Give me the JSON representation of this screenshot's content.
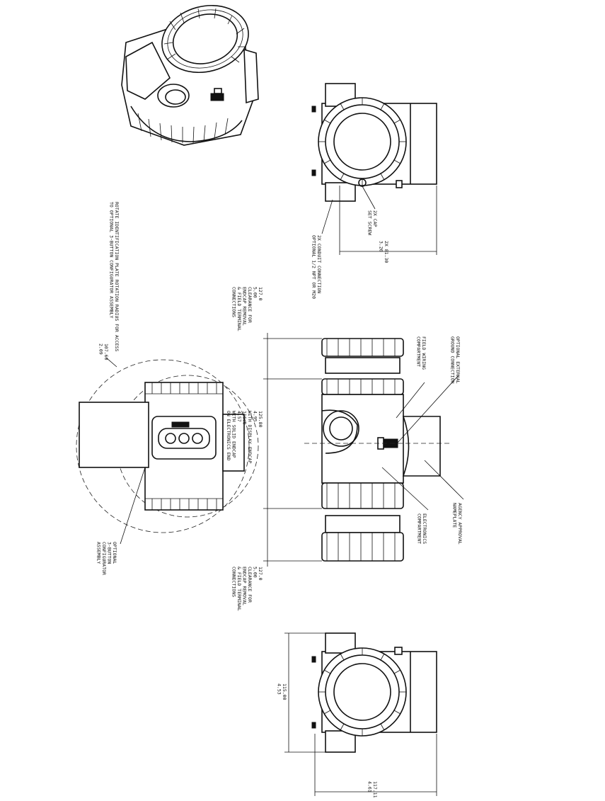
{
  "labels": {
    "plate_dim": "107.60\n2.09",
    "plate_note": "ROTATE IDENTIFICATION PLATE ROTATION RADIUS FOR ACCESS\nTO OPTIONAL 3-BUTTON CONFIGURATOR ASSEMBLY",
    "conduit_note": "2X CONDUIT CONNECTION\nOPTIONAL 1/2 NPT OR M20",
    "set_screw": "2X CAP\nSET SCREW",
    "side_dim_top": "2X 81.30\n3.20",
    "clearance_top": "127.0\n5.00\nCLEARANCE FOR\nENDCAP REMOVAL\n& FIELD TERMINAL\nCONNECTIONS",
    "field_wiring": "FIELD WIRING\nCOMPARTMENT",
    "ext_ground": "OPTIONAL EXTERNAL\nGROUND CONNECTION",
    "overall_dim": "125.80\n4.95\nWITH DISPLAY ENDCAP\n116.0\n4.57\nWITH SOLID ENDCAP\nON ELECTRONICS END",
    "electronics": "ELECTRONICS\nCOMPARTMENT",
    "agency": "AGENCY APPROVAL\nNAMEPLATE",
    "clearance_bottom": "127.0\n5.00\nCLEARANCE FOR\nENDCAP REMOVAL\n& FIELD TERMINAL\nCONNECTIONS",
    "optional_config": "OPTIONAL\n3-BUTTON\nCONFIGURATOR\nASSEMBLY",
    "bottom_dim_vert": "115.00\n4.53",
    "bottom_dim_horiz": "117.11\n4.61"
  }
}
